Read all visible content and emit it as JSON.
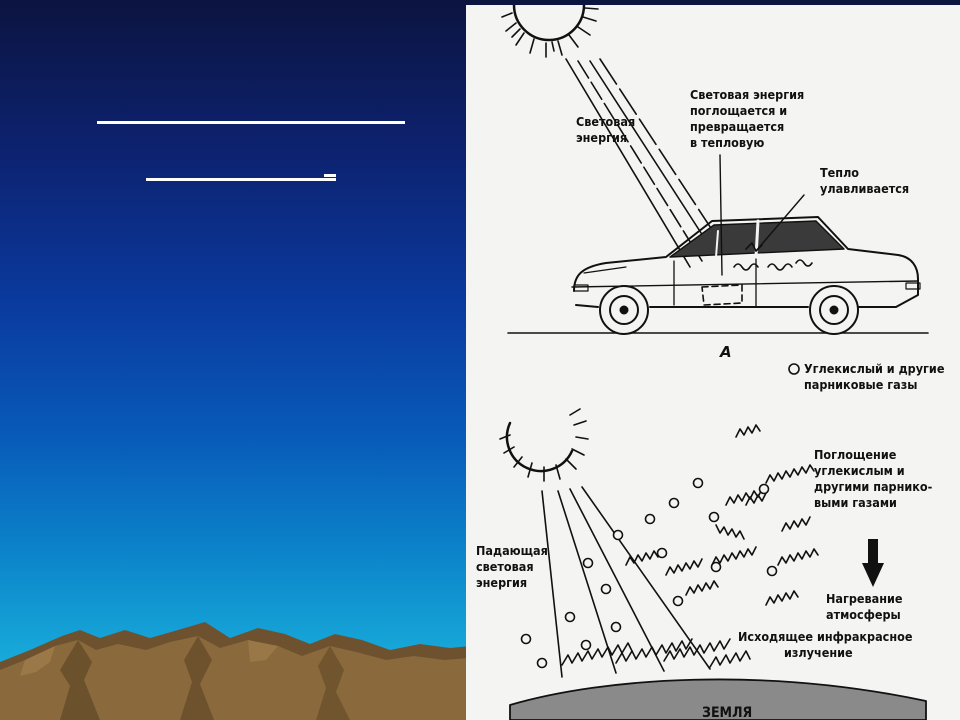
{
  "slide": {
    "title": "",
    "colors": {
      "bg_top": "#0c1440",
      "bg_bottom": "#20b4dc",
      "mountain": "#8a6a3c",
      "mountain_shadow": "#5b4324"
    }
  },
  "diagram": {
    "panel_a": {
      "label_light_energy": [
        "Световая",
        "энергия"
      ],
      "label_absorbed": [
        "Световая энергия",
        "поглощается и",
        "превращается",
        "в тепловую"
      ],
      "label_heat_trapped": [
        "Тепло",
        "улавливается"
      ],
      "panel_letter": "А"
    },
    "legend": [
      "Углекислый и другие",
      "парниковые газы"
    ],
    "panel_b": {
      "label_incident": [
        "Падающая",
        "световая",
        "энергия"
      ],
      "label_absorption": [
        "Поглощение",
        "углекислым и",
        "другими парнико-",
        "выми газами"
      ],
      "label_heating": [
        "Нагревание",
        "атмосферы"
      ],
      "label_outgoing": [
        "Исходящее инфракрасное",
        "излучение"
      ],
      "label_earth": "ЗЕМЛЯ"
    }
  }
}
